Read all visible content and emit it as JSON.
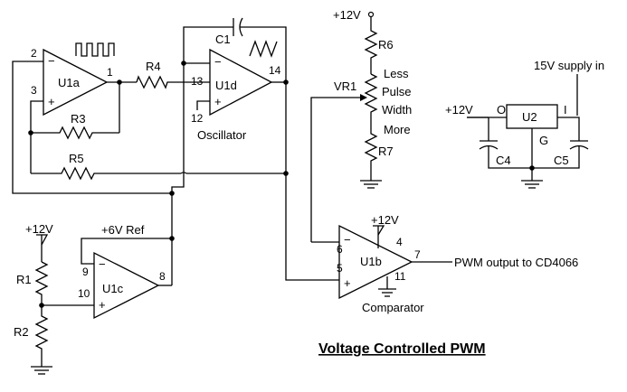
{
  "title": "Voltage Controlled PWM",
  "amps": {
    "u1a": {
      "name": "U1a",
      "pins": [
        "2",
        "3",
        "1"
      ]
    },
    "u1d": {
      "name": "U1d",
      "pins": [
        "13",
        "12",
        "14"
      ],
      "caption": "Oscillator"
    },
    "u1c": {
      "name": "U1c",
      "pins": [
        "9",
        "10",
        "8"
      ]
    },
    "u1b": {
      "name": "U1b",
      "pins": [
        "6",
        "5",
        "7",
        "4",
        "11"
      ],
      "caption": "Comparator"
    }
  },
  "signs": {
    "minus": "−",
    "plus": "+"
  },
  "components": {
    "r1": "R1",
    "r2": "R2",
    "r3": "R3",
    "r4": "R4",
    "r5": "R5",
    "r6": "R6",
    "r7": "R7",
    "c1": "C1",
    "c4": "C4",
    "c5": "C5",
    "vr1": "VR1",
    "u2": "U2"
  },
  "vr1_notes": [
    "Less",
    "Pulse",
    "Width",
    "More"
  ],
  "regulator_pins": {
    "o": "O",
    "g": "G",
    "i": "I"
  },
  "supply": {
    "v12": "+12V",
    "v12_top": "+12V",
    "v12_reg": "+12V",
    "v12_amp": "+12V",
    "v15": "15V supply in",
    "ref6": "+6V Ref"
  },
  "output_label": "PWM output to CD4066"
}
